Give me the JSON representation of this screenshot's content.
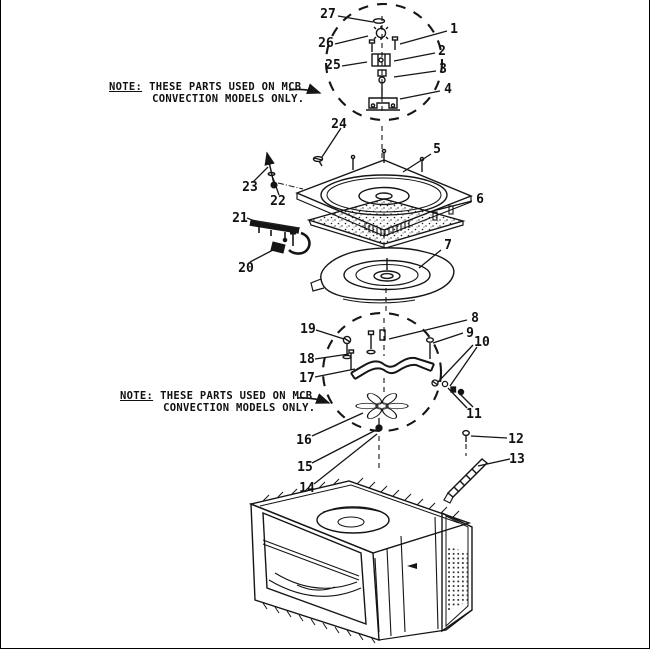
{
  "title": "Exploded parts diagram - convection microwave oven interior",
  "notes": [
    {
      "prefix": "NOTE:",
      "line1": "THESE PARTS USED ON MCB",
      "line2": "CONVECTION MODELS ONLY."
    },
    {
      "prefix": "NOTE:",
      "line1": "THESE PARTS USED ON MCB",
      "line2": "CONVECTION MODELS ONLY."
    }
  ],
  "callouts": [
    "1",
    "2",
    "3",
    "4",
    "5",
    "6",
    "7",
    "8",
    "9",
    "10",
    "11",
    "12",
    "13",
    "14",
    "15",
    "16",
    "17",
    "18",
    "19",
    "20",
    "21",
    "22",
    "23",
    "24",
    "25",
    "26",
    "27"
  ],
  "colors": {
    "ink": "#151515",
    "background": "#ffffff"
  }
}
